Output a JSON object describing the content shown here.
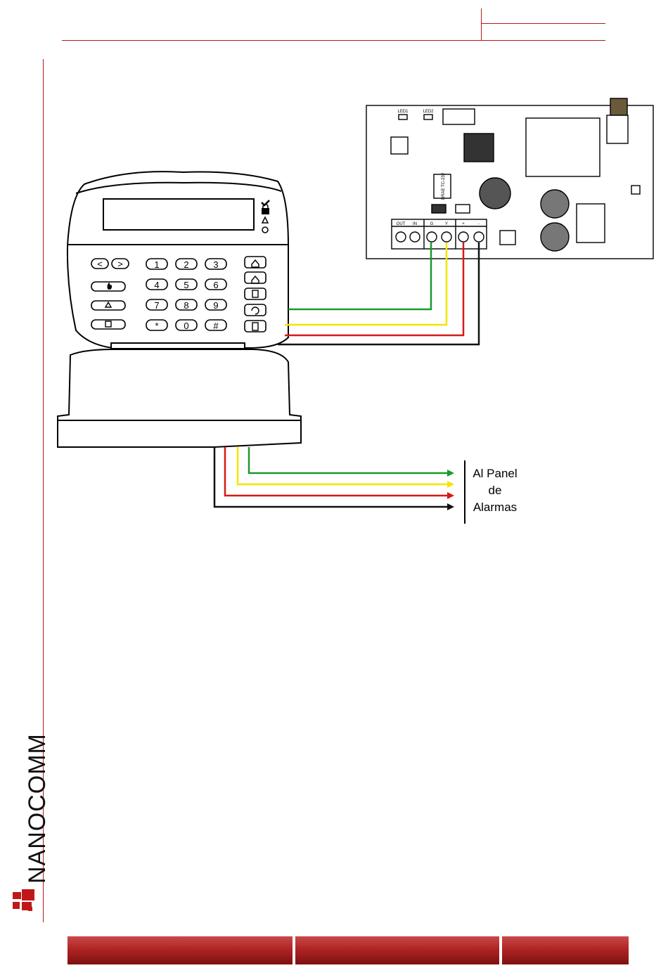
{
  "brand": {
    "name": "NANOCOMM",
    "color": "#b01c1c"
  },
  "diagram": {
    "panel_label_lines": [
      "Al Panel",
      "de",
      "Alarmas"
    ],
    "keypad_keys": [
      "<",
      ">",
      "1",
      "2",
      "3",
      "4",
      "5",
      "6",
      "7",
      "8",
      "9",
      "*",
      "0",
      "#"
    ],
    "board_labels": {
      "led1": "LED1",
      "led2": "LED2",
      "terminal_out": "OUT",
      "terminal_in": "IN",
      "terminal_g": "G",
      "terminal_y": "Y",
      "terminal_plus": "+",
      "terminal_minus": "-",
      "chip_label": "DRAE TC-232"
    },
    "wire_colors": {
      "green": "#1a9a2a",
      "yellow": "#f2e600",
      "red": "#d81818",
      "black": "#111111"
    }
  }
}
